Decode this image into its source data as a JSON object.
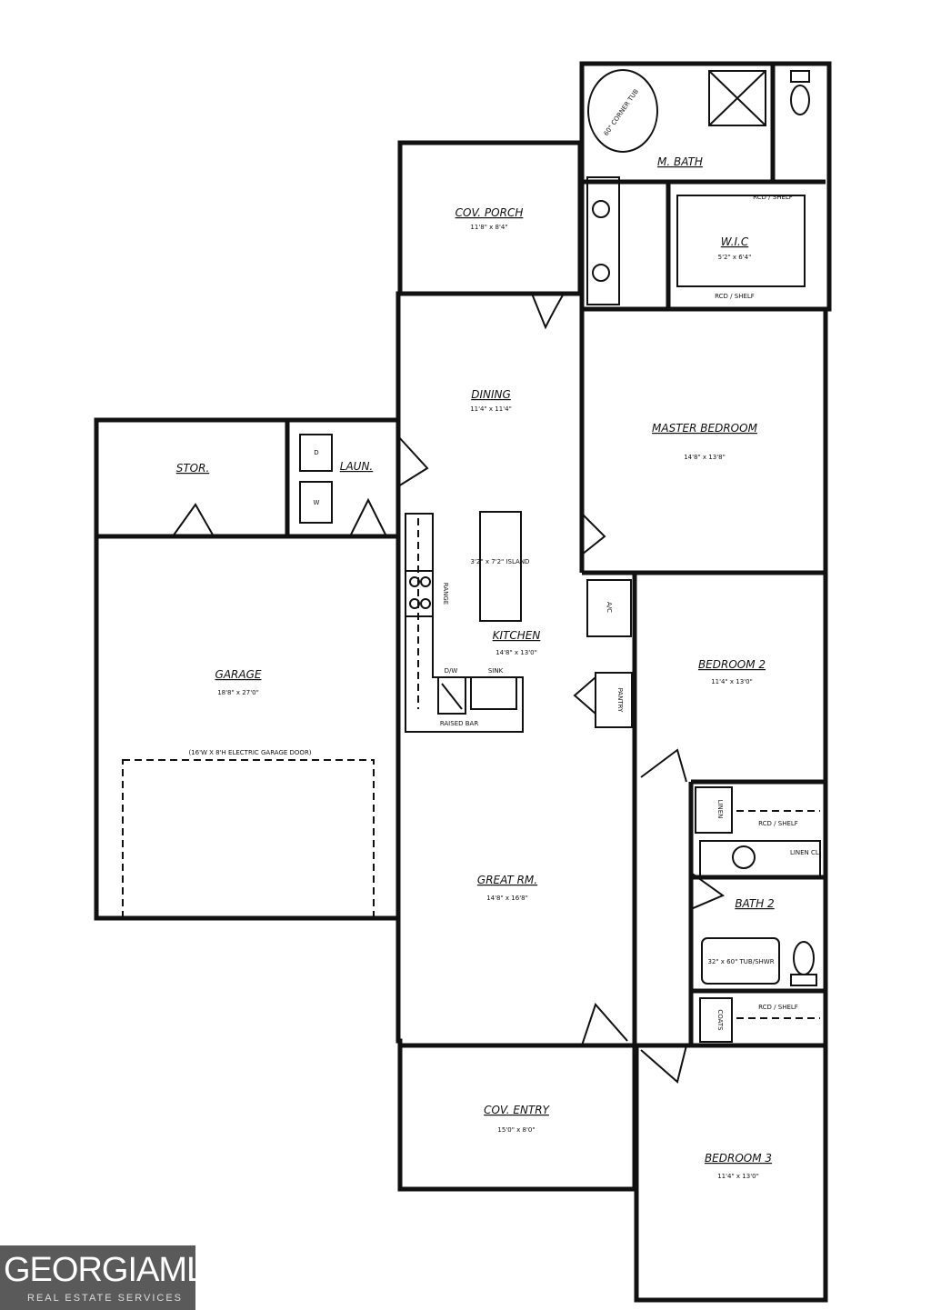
{
  "rooms": {
    "cov_porch": {
      "name": "COV. PORCH",
      "dim": "11'8\" x 8'4\""
    },
    "m_bath": {
      "name": "M. BATH"
    },
    "corner_tub": "60\" CORNER TUB",
    "wic": {
      "name": "W.I.C",
      "dim": "5'2\" x 6'4\""
    },
    "rcd_shelf": "RCD / SHELF",
    "dining": {
      "name": "DINING",
      "dim": "11'4\" x 11'4\""
    },
    "master": {
      "name": "MASTER BEDROOM",
      "dim": "14'8\" x 13'8\""
    },
    "stor": {
      "name": "STOR."
    },
    "laun": {
      "name": "LAUN."
    },
    "dryer": "D",
    "washer": "W",
    "island": "3'2\" x 7'2\" ISLAND",
    "range": "RANGE",
    "kitchen": {
      "name": "KITCHEN",
      "dim": "14'8\" x 13'0\""
    },
    "dw": "D/W",
    "sink": "SINK",
    "raised_bar": "RAISED BAR",
    "ac": "A/C",
    "pantry": "PANTRY",
    "garage": {
      "name": "GARAGE",
      "dim": "18'8\" x 27'0\""
    },
    "garage_door": "(16'W X 8'H ELECTRIC GARAGE DOOR)",
    "bedroom2": {
      "name": "BEDROOM 2",
      "dim": "11'4\" x 13'0\""
    },
    "linen": "LINEN",
    "linen_cl": "LINEN CL.",
    "bath2": {
      "name": "BATH 2"
    },
    "tub_shwr": "32\" x 60\" TUB/SHWR",
    "coats": "COATS",
    "great_rm": {
      "name": "GREAT RM.",
      "dim": "14'8\" x 16'8\""
    },
    "cov_entry": {
      "name": "COV. ENTRY",
      "dim": "15'0\" x 8'0\""
    },
    "bedroom3": {
      "name": "BEDROOM 3",
      "dim": "11'4\" x 13'0\""
    }
  },
  "logo": {
    "main": "GEORGIAMLS",
    "sub": "REAL ESTATE SERVICES"
  }
}
